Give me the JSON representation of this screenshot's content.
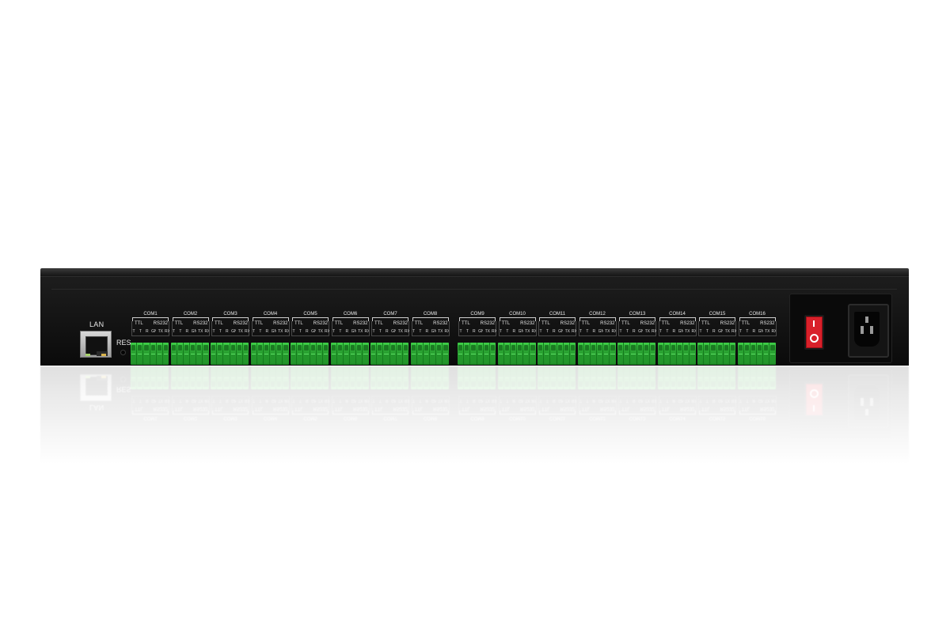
{
  "labels": {
    "lan": "LAN",
    "res": "RES"
  },
  "ports": [
    {
      "name": "COM1"
    },
    {
      "name": "COM2"
    },
    {
      "name": "COM3"
    },
    {
      "name": "COM4"
    },
    {
      "name": "COM5"
    },
    {
      "name": "COM6"
    },
    {
      "name": "COM7"
    },
    {
      "name": "COM8"
    },
    {
      "name": "COM9"
    },
    {
      "name": "COM10"
    },
    {
      "name": "COM11"
    },
    {
      "name": "COM12"
    },
    {
      "name": "COM13"
    },
    {
      "name": "COM14"
    },
    {
      "name": "COM15"
    },
    {
      "name": "COM16"
    }
  ],
  "port_sublabels": {
    "ttl": "TTL",
    "rs232": "RS232",
    "gnd": "GND",
    "pins": [
      "T",
      "T",
      "R",
      "GND",
      "TX",
      "RX"
    ]
  },
  "colors": {
    "chassis": "#151515",
    "terminal_green": "#2aa332",
    "switch_red": "#d9202a",
    "background": "#ffffff"
  },
  "icons": {
    "lan_port": "rj45-port-icon",
    "power_switch": "rocker-switch-icon",
    "power_inlet": "iec-power-inlet-icon"
  }
}
